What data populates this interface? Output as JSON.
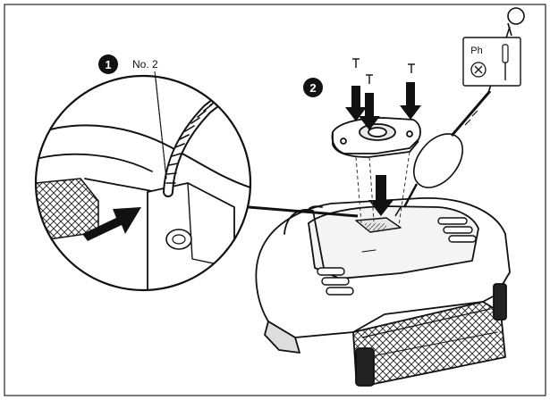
{
  "steps": {
    "step1_number": "1",
    "step1_label": "No. 2",
    "step2_number": "2"
  },
  "tool": {
    "type_label": "Ph"
  }
}
